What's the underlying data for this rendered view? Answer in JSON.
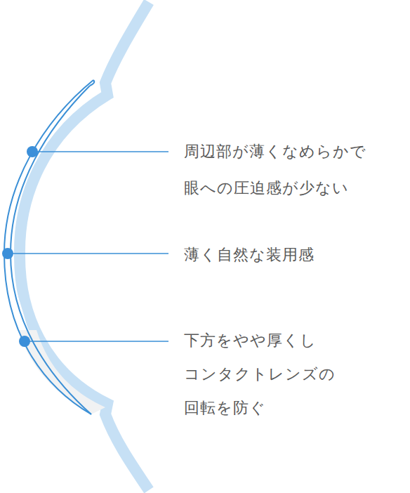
{
  "diagram": {
    "labels": [
      "周辺部が薄くなめらかで",
      "眼への圧迫感が少ない",
      "薄く自然な装用感",
      "下方をやや厚くし",
      "コンタクトレンズの",
      "回転を防ぐ"
    ]
  }
}
